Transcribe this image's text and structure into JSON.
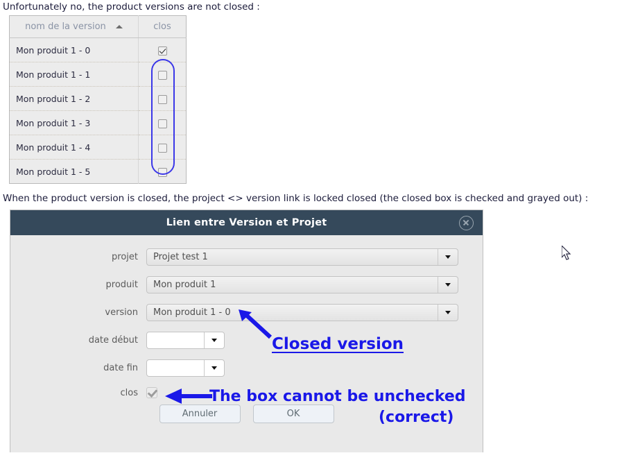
{
  "paragraphs": {
    "first": "Unfortunately no, the product versions are not closed :",
    "second": "When the product version is closed, the project <> version link is locked closed (the closed box is checked and grayed out) :"
  },
  "versions_table": {
    "columns": [
      "nom de la version",
      "clos"
    ],
    "sort_column": "nom de la version",
    "sort_direction": "asc",
    "rows": [
      {
        "name": "Mon produit 1 - 0",
        "closed": true
      },
      {
        "name": "Mon produit 1 - 1",
        "closed": false
      },
      {
        "name": "Mon produit 1 - 2",
        "closed": false
      },
      {
        "name": "Mon produit 1 - 3",
        "closed": false
      },
      {
        "name": "Mon produit 1 - 4",
        "closed": false
      },
      {
        "name": "Mon produit 1 - 5",
        "closed": false
      }
    ]
  },
  "dialog": {
    "title": "Lien entre Version et Projet",
    "close_icon": "close-circle-icon",
    "fields": {
      "projet": {
        "label": "projet",
        "value": "Projet test 1"
      },
      "produit": {
        "label": "produit",
        "value": "Mon produit 1"
      },
      "version": {
        "label": "version",
        "value": "Mon produit 1 - 0"
      },
      "date_debut": {
        "label": "date début",
        "value": ""
      },
      "date_fin": {
        "label": "date fin",
        "value": ""
      },
      "clos": {
        "label": "clos",
        "checked": true,
        "disabled": true
      }
    },
    "buttons": {
      "cancel": "Annuler",
      "ok": "OK"
    }
  },
  "annotations": {
    "closed_version": "Closed version",
    "cannot_uncheck": "The box cannot be unchecked",
    "correct": "(correct)",
    "color": "#1a18e8",
    "highlight_shape": "rounded-rect-oval"
  },
  "cursor": {
    "type": "arrow-pointer"
  }
}
